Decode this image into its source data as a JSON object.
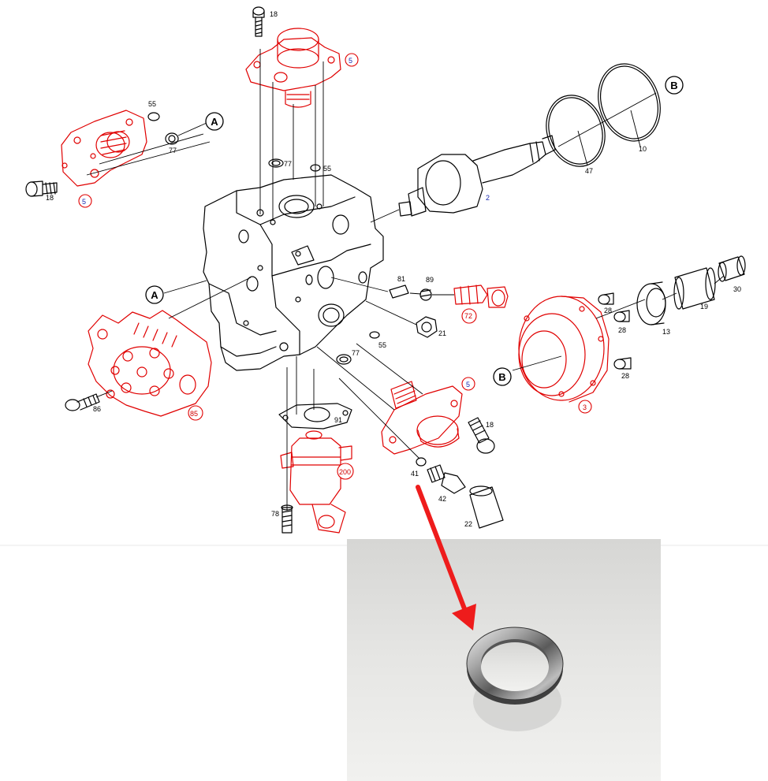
{
  "part_labels": {
    "p18a": "18",
    "p5a": "5",
    "p55a": "55",
    "p77a": "77",
    "p18b": "18",
    "p5b": "5",
    "p77b": "77",
    "p55b": "55",
    "p2": "2",
    "p47": "47",
    "p10": "10",
    "p81": "81",
    "p89": "89",
    "p72": "72",
    "p21": "21",
    "p55c": "55",
    "p77c": "77",
    "p28a": "28",
    "p28b": "28",
    "p13": "13",
    "p19": "19",
    "p30": "30",
    "p3": "3",
    "p28c": "28",
    "p5c": "5",
    "p18c": "18",
    "p91": "91",
    "p41": "41",
    "p42": "42",
    "p22": "22",
    "p86": "86",
    "p85": "85",
    "p200": "200",
    "p78": "78"
  },
  "refs": {
    "a1": "A",
    "a2": "A",
    "b1": "B",
    "b2": "B"
  },
  "colors": {
    "highlight": "#e00000",
    "ink": "#000000",
    "blue_label": "#1a2ab0",
    "arrow": "#ee1c1c"
  },
  "photo": {
    "subject": "washer-photo"
  }
}
